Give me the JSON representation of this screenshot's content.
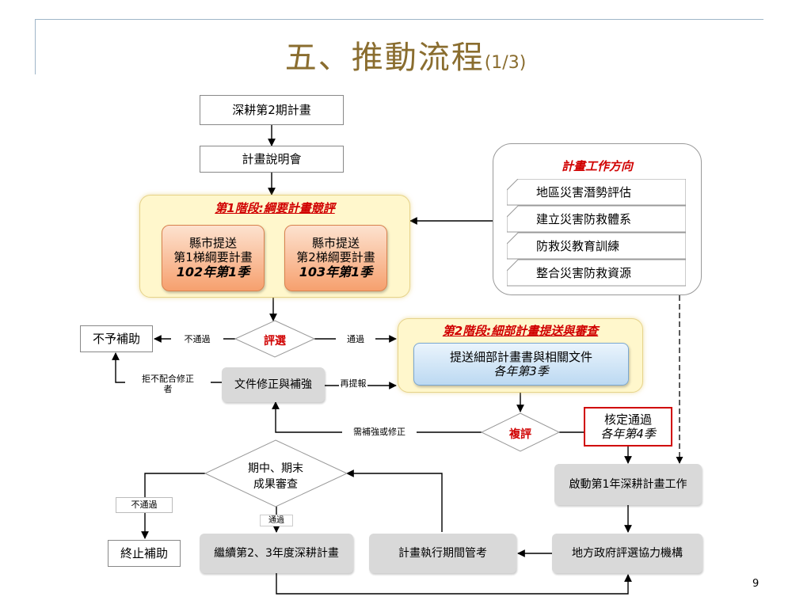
{
  "slide": {
    "title_main": "五、推動流程",
    "title_sub": "(1/3)",
    "page_number": "9"
  },
  "nodes": {
    "start": "深耕第2期計畫",
    "briefing": "計畫說明會",
    "phase1_title": "第1階段:綱要計畫競評",
    "phase1_box1": {
      "line1": "縣市提送",
      "line2": "第1梯綱要計畫",
      "line3": "102年第1季"
    },
    "phase1_box2": {
      "line1": "縣市提送",
      "line2": "第2梯綱要計畫",
      "line3": "103年第1季"
    },
    "selection": "評選",
    "no_subsidy": "不予補助",
    "fail": "不通過",
    "pass": "通過",
    "phase2_title": "第2階段:細部計畫提送與審查",
    "phase2_box": {
      "line1": "提送細部計畫書與相關文件",
      "line2": "各年第3季"
    },
    "revise_box": "文件修正與補強",
    "refuse_note": "拒不配合修正者",
    "resubmit": "再提報",
    "need_revise": "需補強或修正",
    "review": "複評",
    "approved": {
      "line1": "核定通過",
      "line2": "各年第4季"
    },
    "start_work": "啟動第1年深耕計畫工作",
    "local_gov": "地方政府評選協力機構",
    "monitor": "計畫執行期間管考",
    "continue": "繼續第2、3年度深耕計畫",
    "midterm": {
      "line1": "期中、期末",
      "line2": "成果審查"
    },
    "mid_fail": "不通過",
    "mid_pass": "通過",
    "terminate": "終止補助"
  },
  "directions": {
    "title": "計畫工作方向",
    "items": [
      "地區災害潛勢評估",
      "建立災害防救體系",
      "防救災教育訓練",
      "整合災害防救資源"
    ]
  },
  "colors": {
    "title": "#8a6d2f",
    "accent_red": "#d00000",
    "phase_fill": "#fff7cc",
    "orange_fill": "#f6a06e",
    "blue_fill": "#bcd9f2",
    "gray_fill": "#d9d9d9"
  }
}
